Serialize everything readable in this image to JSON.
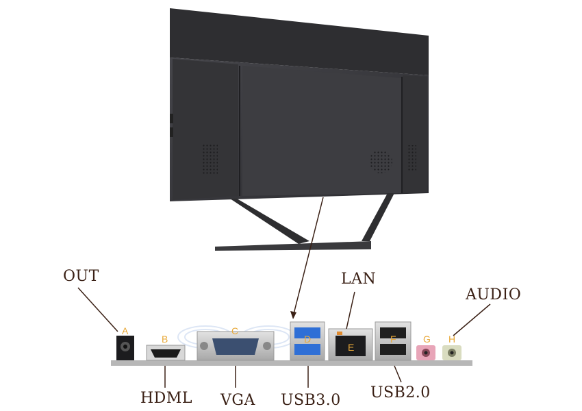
{
  "colors": {
    "monitor_body": "#3a3a3c",
    "monitor_dark": "#2a2a2c",
    "stand": "#2e2e30",
    "panel_metal": "#c9c9c9",
    "usb3_blue": "#2f6fd6",
    "lan_orange": "#e08a2e",
    "audio_pink": "#e8a5b8",
    "audio_green": "#d9dcc0",
    "label_text": "#3a2015",
    "letter_text": "#e8a838",
    "leader_line": "#3a2015"
  },
  "ports": [
    {
      "letter": "A",
      "label": "OUT"
    },
    {
      "letter": "B",
      "label": "HDML"
    },
    {
      "letter": "C",
      "label": "VGA"
    },
    {
      "letter": "D",
      "label": "USB3.0"
    },
    {
      "letter": "E",
      "label": "LAN"
    },
    {
      "letter": "F",
      "label": "USB2.0"
    },
    {
      "letter": "G",
      "label": ""
    },
    {
      "letter": "H",
      "label": "AUDIO"
    }
  ],
  "callouts": {
    "out": "OUT",
    "hdmi": "HDML",
    "vga": "VGA",
    "usb3": "USB3.0",
    "lan": "LAN",
    "usb2": "USB2.0",
    "audio": "AUDIO"
  }
}
